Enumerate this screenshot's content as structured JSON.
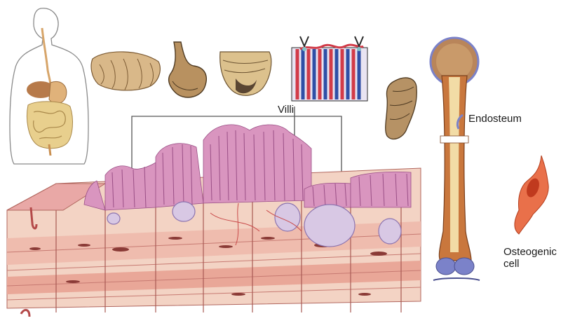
{
  "labels": {
    "villi": "Villi",
    "endosteum": "Endosteum",
    "osteogenic_line1": "Osteogenic",
    "osteogenic_line2": "cell"
  },
  "colors": {
    "tissue_pink": "#e8a49a",
    "mucosa_rose": "#d98c98",
    "villi_violet": "#c98fb8",
    "bone_marrow": "#b9855a",
    "bone_shaft": "#c9773d",
    "cartilage_blue": "#7b82c9",
    "gut_tan": "#e2c88a",
    "vessel_red": "#d23b48",
    "vessel_blue": "#2f4fa6",
    "osteo_cell": "#e9704a",
    "leader_line": "#555555"
  }
}
